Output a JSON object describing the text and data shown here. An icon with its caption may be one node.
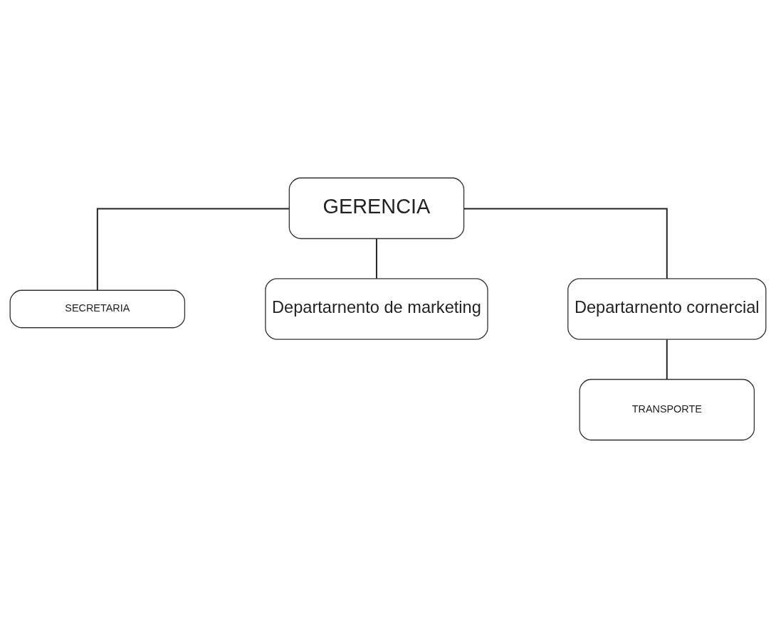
{
  "diagram": {
    "nodes": [
      {
        "text": [
          "GERENCIA"
        ]
      },
      {
        "text": [
          "SECRETARIA"
        ]
      },
      {
        "text": [
          "Departarnento de marketing"
        ]
      },
      {
        "text": [
          "Departarnento cornercial"
        ]
      },
      {
        "text": [
          "TRANSPORTE"
        ]
      }
    ],
    "edges": [
      {
        "from": 0,
        "to": 1,
        "arrow": "none"
      },
      {
        "from": 0,
        "to": 2,
        "arrow": "none"
      },
      {
        "from": 0,
        "to": 3,
        "arrow": "none"
      },
      {
        "from": 3,
        "to": 4,
        "arrow": "none"
      }
    ]
  }
}
